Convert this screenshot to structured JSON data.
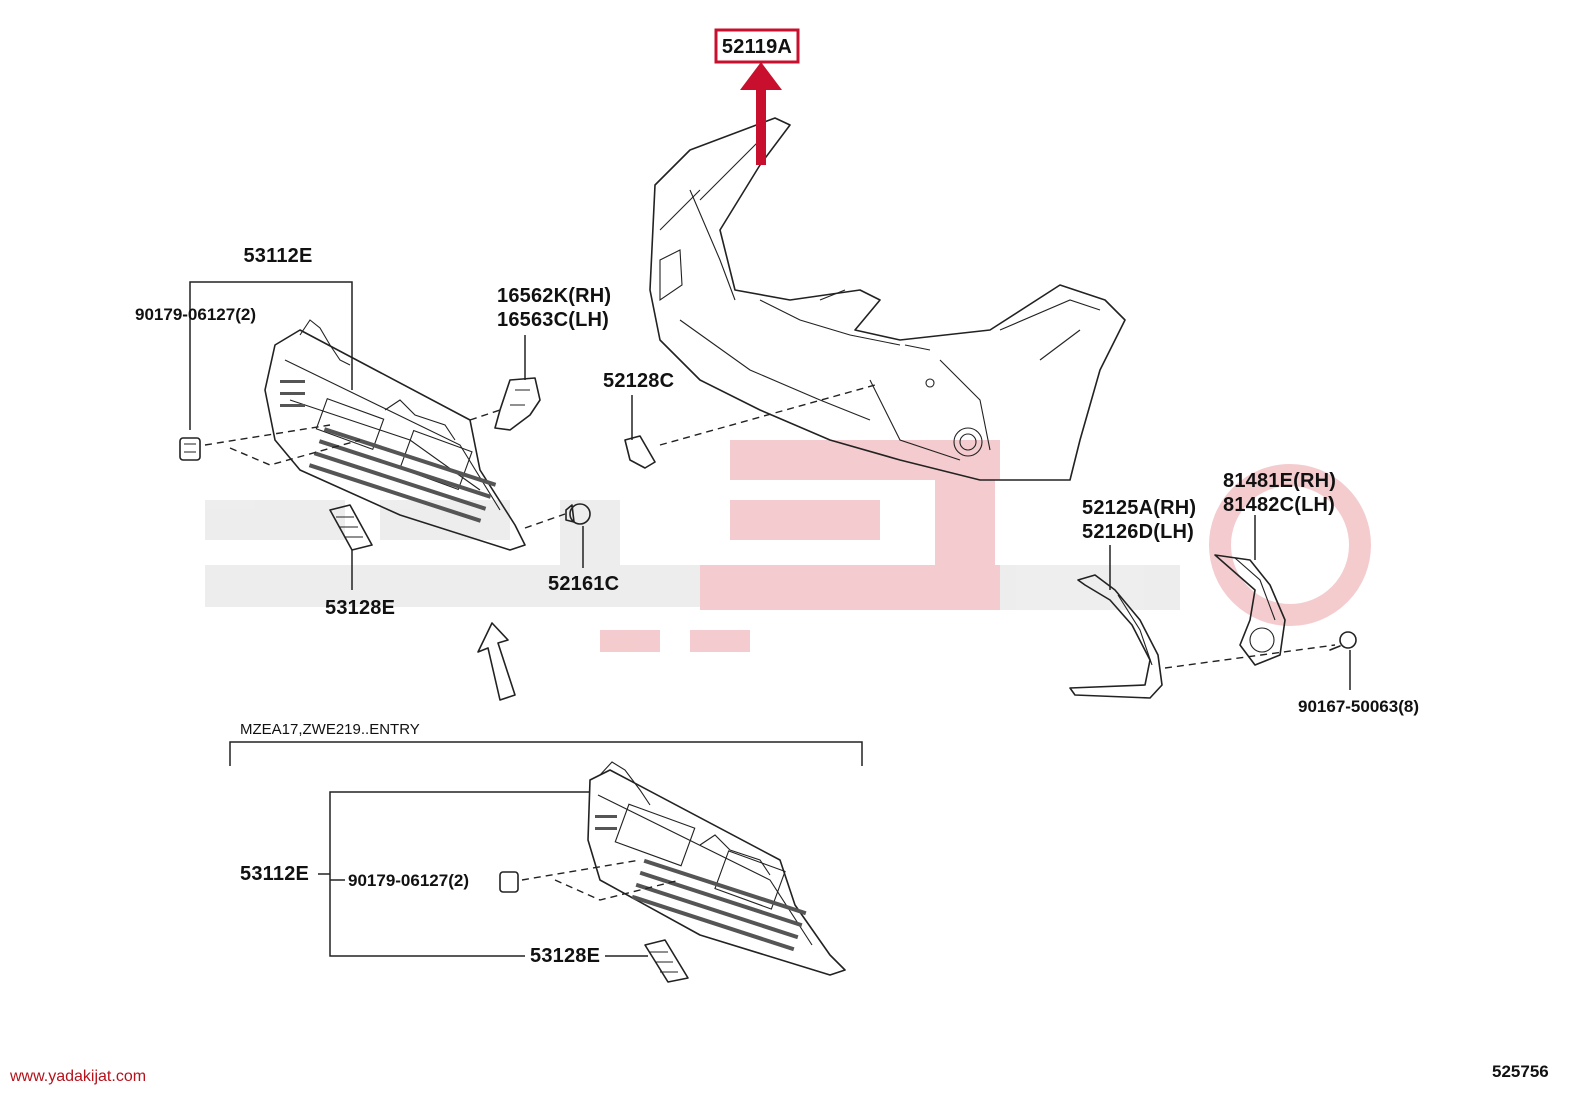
{
  "diagram": {
    "highlight_color": "#c8102e",
    "watermark_color": "#e8e8e8",
    "watermark_accent": "#f3c6c9",
    "labels": {
      "highlighted_part": "52119A",
      "grille_upper": "53112E",
      "clip_upper": "90179-06127(2)",
      "bracket_rh": "16562K(RH)",
      "bracket_lh": "16563C(LH)",
      "cover_small": "52128C",
      "clip_left_upper": "53128E",
      "nut": "52161C",
      "garnish_rh": "52125A(RH)",
      "garnish_lh": "52126D(LH)",
      "bezel_rh": "81481E(RH)",
      "bezel_lh": "81482C(LH)",
      "screw": "90167-50063(8)",
      "variant_note": "MZEA17,ZWE219..ENTRY",
      "grille_lower": "53112E",
      "clip_lower": "90179-06127(2)",
      "clip_left_lower": "53128E"
    }
  },
  "footer": {
    "website": "www.yadakijat.com",
    "figure_number": "525756"
  }
}
